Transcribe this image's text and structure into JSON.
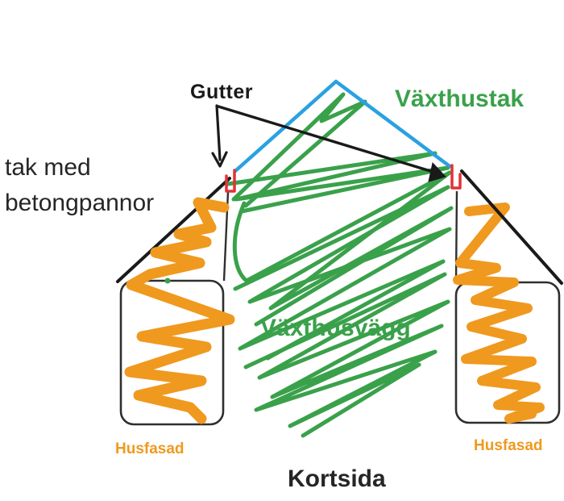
{
  "diagram": {
    "type": "annotated-sketch",
    "labels": {
      "gutter": "Gutter",
      "greenhouse_roof": "Växthustak",
      "tile_roof": "tak med betongpannor",
      "greenhouse_wall": "Växthusvägg",
      "house_facade_left": "Husfasad",
      "house_facade_right": "Husfasad",
      "short_side": "Kortsida"
    },
    "colors": {
      "scribble_green": "#3aa14b",
      "roof_blue": "#2aa1e0",
      "facade_orange": "#f0991f",
      "gutter_red": "#e23236",
      "ink_black": "#1a1a1a",
      "outline_gray": "#2f2f2f"
    }
  }
}
